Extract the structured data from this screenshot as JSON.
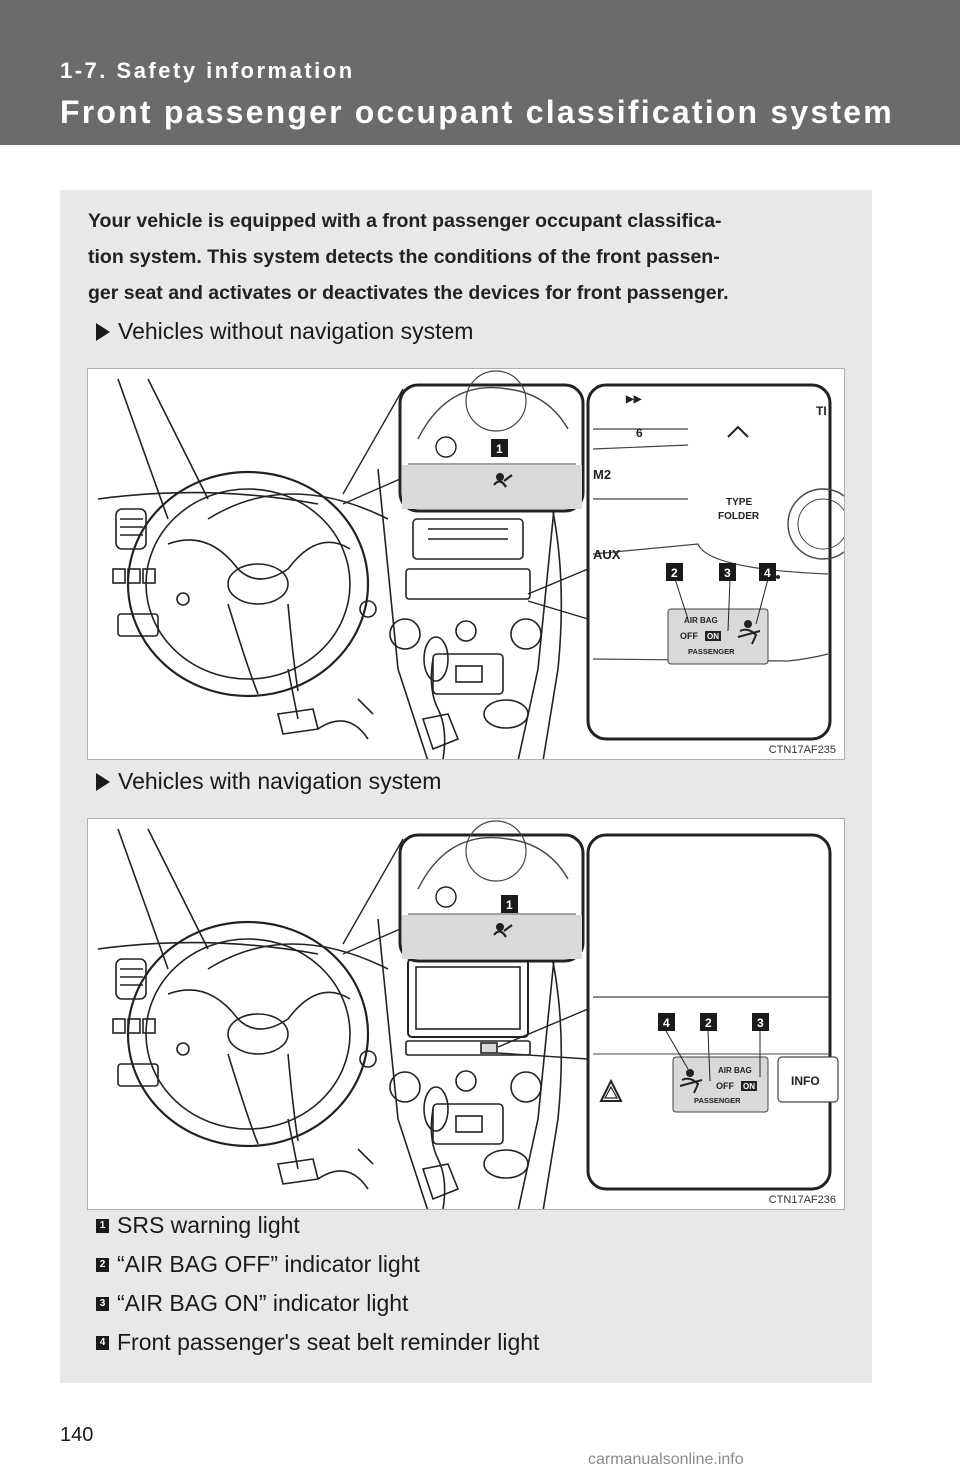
{
  "header": {
    "section": "1-7. Safety information",
    "title": "Front passenger occupant classification system"
  },
  "intro": {
    "line1": "Your vehicle is equipped with a front passenger occupant classifica-",
    "line2": "tion system. This system detects the conditions of the front passen-",
    "line3": "ger seat and activates or deactivates the devices for front passenger."
  },
  "figure1": {
    "heading": "Vehicles without navigation system",
    "code": "CTN17AF235",
    "labels": {
      "track": "▶▶",
      "six": "6",
      "m2": "M2",
      "aux": "AUX",
      "type": "TYPE",
      "folder": "FOLDER",
      "airbag": "AIR BAG",
      "off": "OFF",
      "on": "ON",
      "passenger": "PASSENGER",
      "ti": "TI"
    },
    "callouts": [
      "1",
      "2",
      "3",
      "4"
    ]
  },
  "figure2": {
    "heading": "Vehicles with navigation system",
    "code": "CTN17AF236",
    "labels": {
      "airbag": "AIR BAG",
      "off": "OFF",
      "on": "ON",
      "passenger": "PASSENGER",
      "info": "INFO"
    },
    "callouts": [
      "1",
      "4",
      "2",
      "3"
    ]
  },
  "legend": [
    {
      "num": "1",
      "text": "SRS warning light"
    },
    {
      "num": "2",
      "text": "“AIR BAG OFF” indicator light"
    },
    {
      "num": "3",
      "text": "“AIR BAG ON” indicator light"
    },
    {
      "num": "4",
      "text": "Front passenger's seat belt reminder light"
    }
  ],
  "footer": {
    "page_number": "140",
    "watermark": "carmanualsonline.info"
  },
  "colors": {
    "header_bg": "#6b6b6b",
    "panel_bg": "#e8e8e8",
    "callout_bg": "#1a1a1a"
  }
}
